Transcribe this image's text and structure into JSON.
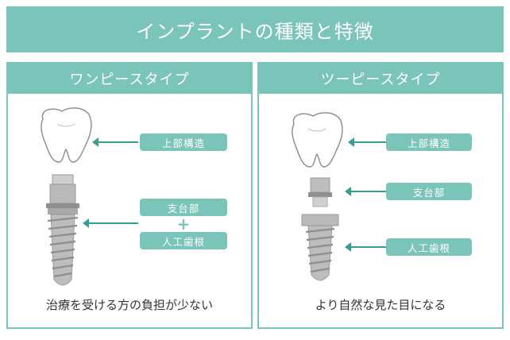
{
  "title": "インプラントの種類と特徴",
  "one_piece": {
    "header": "ワンピースタイプ",
    "labels": {
      "superstructure": "上部構造",
      "abutment": "支台部",
      "plus": "+",
      "root": "人工歯根"
    },
    "footer": "治療を受ける方の負担が少ない"
  },
  "two_piece": {
    "header": "ツーピースタイプ",
    "labels": {
      "superstructure": "上部構造",
      "abutment": "支台部",
      "root": "人工歯根"
    },
    "footer": "より自然な見た目になる"
  },
  "colors": {
    "accent": "#7ac4b9",
    "arrow": "#3b9d90",
    "metal": "#b0b0b0"
  }
}
